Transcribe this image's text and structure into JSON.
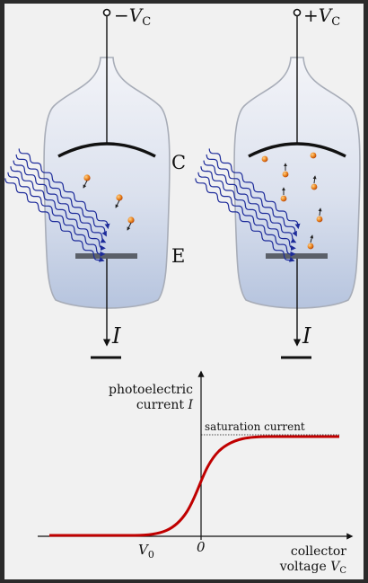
{
  "tubes": {
    "left": {
      "terminal_label": "−V",
      "terminal_sub": "C",
      "current_label": "I"
    },
    "right": {
      "terminal_label": "+V",
      "terminal_sub": "C",
      "current_label": "I"
    },
    "collector_label": "C",
    "emitter_label": "E"
  },
  "graph": {
    "y_axis_label_line1": "photoelectric",
    "y_axis_label_line2_prefix": "current ",
    "y_axis_label_line2_symbol": "I",
    "x_axis_label_line1": "collector",
    "x_axis_label_line2_prefix": "voltage ",
    "x_axis_label_line2_symbol": "V",
    "x_axis_label_line2_sub": "C",
    "stopping_voltage_symbol": "V",
    "stopping_voltage_sub": "0",
    "origin_label": "0",
    "saturation_label": "saturation current"
  },
  "colors": {
    "background": "#2b2b2b",
    "panel": "#f1f1f1",
    "tube_fill_top": "#f2f3f7",
    "tube_fill_bottom": "#b9c6de",
    "tube_stroke": "#a8adb8",
    "wave": "#1d2b9a",
    "curve": "#c00000",
    "electron": "#e08a1e"
  }
}
